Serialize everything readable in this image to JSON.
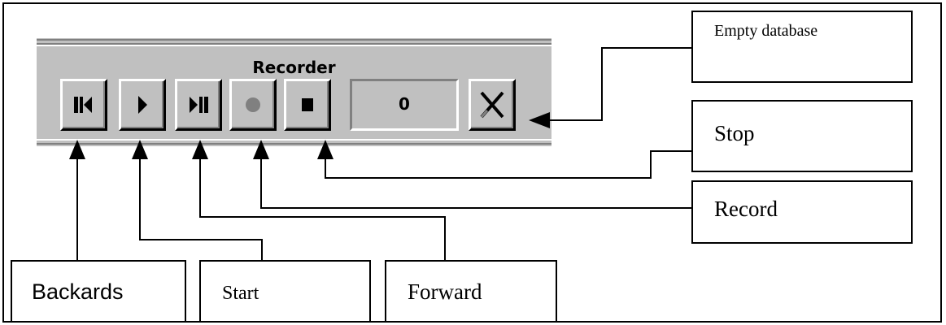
{
  "recorder": {
    "title": "Recorder",
    "counter_value": "0",
    "buttons": [
      {
        "id": "back",
        "icon": "skip-back-icon"
      },
      {
        "id": "start",
        "icon": "play-icon"
      },
      {
        "id": "forward",
        "icon": "skip-forward-icon"
      },
      {
        "id": "record",
        "icon": "record-dot-icon"
      },
      {
        "id": "stop",
        "icon": "stop-square-icon"
      },
      {
        "id": "empty",
        "icon": "x-icon"
      }
    ]
  },
  "labels": {
    "empty_database": "Empty database",
    "stop": "Stop",
    "record": "Record",
    "backwards": "Backards",
    "start": "Start",
    "forward": "Forward"
  },
  "colors": {
    "toolbar_face": "#c0c0c0",
    "record_dot": "#808080",
    "line": "#000000"
  }
}
